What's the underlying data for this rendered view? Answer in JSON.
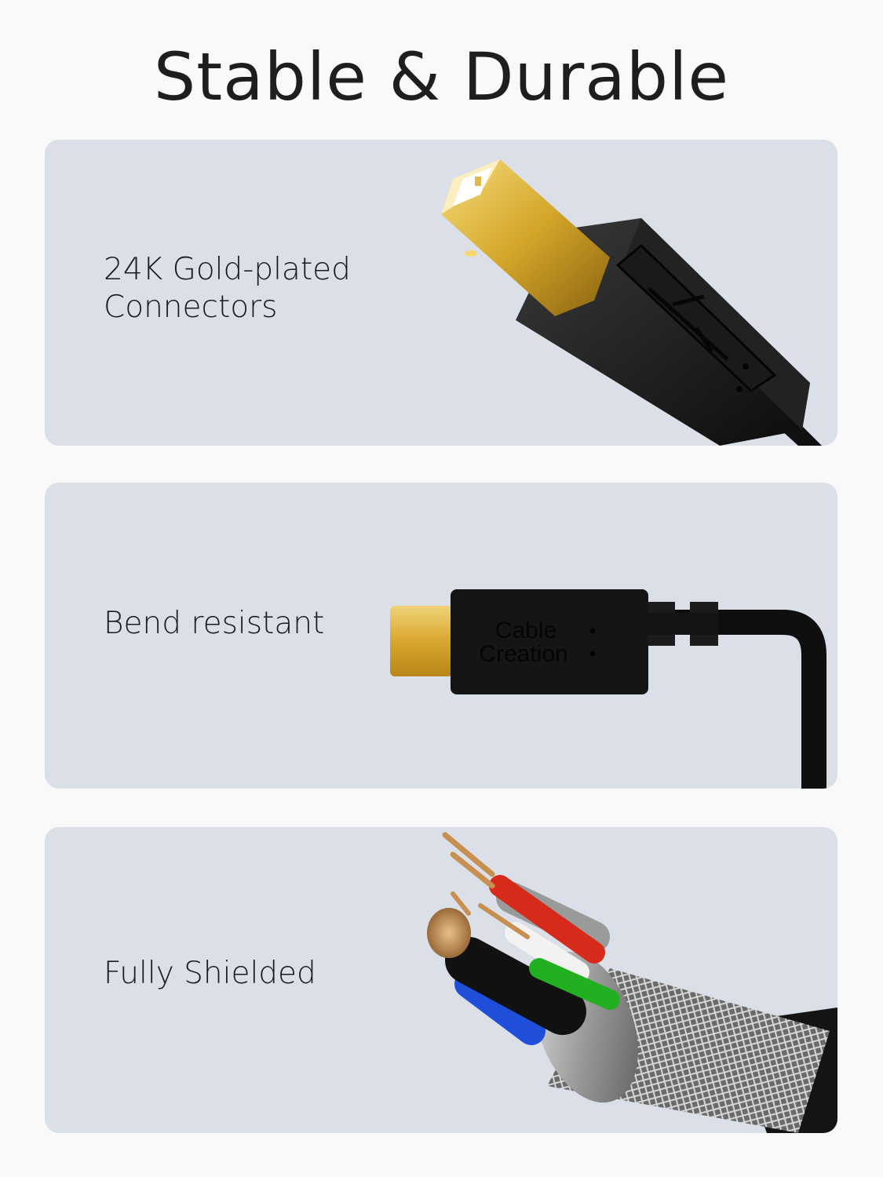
{
  "header": {
    "title": "Stable & Durable"
  },
  "features": [
    {
      "label_lines": [
        "24K Gold-plated",
        "Connectors"
      ],
      "icon": "usb-b-connector-icon"
    },
    {
      "label": "Bend resistant",
      "icon": "usb-c-connector-icon",
      "brand_lines": [
        "Cable",
        "Creation"
      ]
    },
    {
      "label": "Fully Shielded",
      "icon": "shielded-cable-cross-section-icon"
    }
  ],
  "colors": {
    "background": "#f9f9f9",
    "card": "#dadfe8",
    "text": "#1e1e1e",
    "gold": "#d4a62a",
    "connector_black": "#141414"
  }
}
